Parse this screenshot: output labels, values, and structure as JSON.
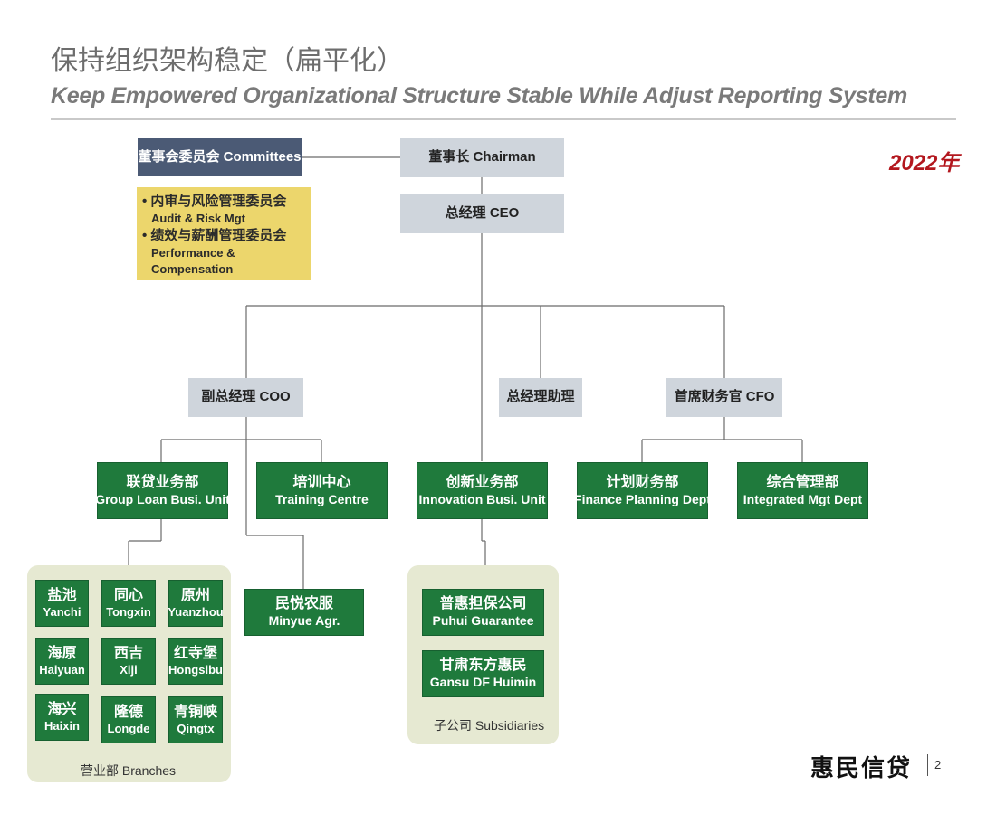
{
  "header": {
    "title_zh": "保持组织架构稳定（扁平化）",
    "title_en": "Keep Empowered Organizational Structure Stable While Adjust Reporting System",
    "year": "2022年"
  },
  "colors": {
    "leadership_box": "#cfd5dc",
    "committee_box": "#4b5a75",
    "committee_list": "#ecd66c",
    "unit_box": "#1f7a3c",
    "group_panel": "#e6e9d2",
    "year_text": "#b3171e"
  },
  "committees": {
    "label": "董事会委员会 Committees",
    "items": [
      {
        "zh": "内审与风险管理委员会",
        "en": "Audit & Risk Mgt"
      },
      {
        "zh": "绩效与薪酬管理委员会",
        "en": "Performance & Compensation"
      }
    ]
  },
  "leadership": {
    "chairman": "董事长 Chairman",
    "ceo": "总经理 CEO",
    "coo": "副总经理 COO",
    "assistant": "总经理助理",
    "cfo": "首席财务官 CFO"
  },
  "units": {
    "group_loan": {
      "zh": "联贷业务部",
      "en": "Group Loan Busi. Unit"
    },
    "training": {
      "zh": "培训中心",
      "en": "Training Centre"
    },
    "innovation": {
      "zh": "创新业务部",
      "en": "Innovation Busi. Unit"
    },
    "finance": {
      "zh": "计划财务部",
      "en": "Finance Planning  Dept"
    },
    "integrated": {
      "zh": "综合管理部",
      "en": "Integrated Mgt Dept"
    },
    "minyue": {
      "zh": "民悦农服",
      "en": "Minyue Agr."
    }
  },
  "branches": {
    "label": "营业部 Branches",
    "items": [
      {
        "zh": "盐池",
        "en": "Yanchi"
      },
      {
        "zh": "同心",
        "en": "Tongxin"
      },
      {
        "zh": "原州",
        "en": "Yuanzhou"
      },
      {
        "zh": "海原",
        "en": "Haiyuan"
      },
      {
        "zh": "西吉",
        "en": "Xiji"
      },
      {
        "zh": "红寺堡",
        "en": "Hongsibu"
      },
      {
        "zh": "海兴",
        "en": "Haixin"
      },
      {
        "zh": "隆德",
        "en": "Longde"
      },
      {
        "zh": "青铜峡",
        "en": "Qingtx"
      }
    ]
  },
  "subsidiaries": {
    "label": "子公司 Subsidiaries",
    "items": [
      {
        "zh": "普惠担保公司",
        "en": "Puhui Guarantee"
      },
      {
        "zh": "甘肃东方惠民",
        "en": "Gansu DF Huimin"
      }
    ]
  },
  "footer": {
    "logo": "惠民信贷",
    "page": "2"
  }
}
